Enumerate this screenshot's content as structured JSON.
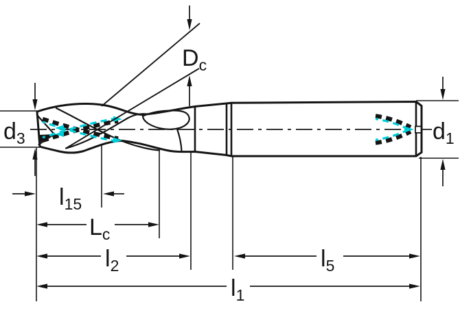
{
  "figure": {
    "kind": "technical dimension drawing",
    "subject": "solid end mill / drill with internal coolant channels, side view"
  },
  "colors": {
    "background": "#ffffff",
    "tool_fill": "#d2d2d2",
    "line": "#141414",
    "coolant": "#00cdda"
  },
  "labels": {
    "dc": {
      "main": "D",
      "sub": "c"
    },
    "d3": {
      "main": "d",
      "sub": "3"
    },
    "d1": {
      "main": "d",
      "sub": "1"
    },
    "l15": {
      "main": "l",
      "sub": "15"
    },
    "lc": {
      "main": "L",
      "sub": "c"
    },
    "l2": {
      "main": "l",
      "sub": "2"
    },
    "l5": {
      "main": "l",
      "sub": "5"
    },
    "l1": {
      "main": "l",
      "sub": "1"
    }
  }
}
